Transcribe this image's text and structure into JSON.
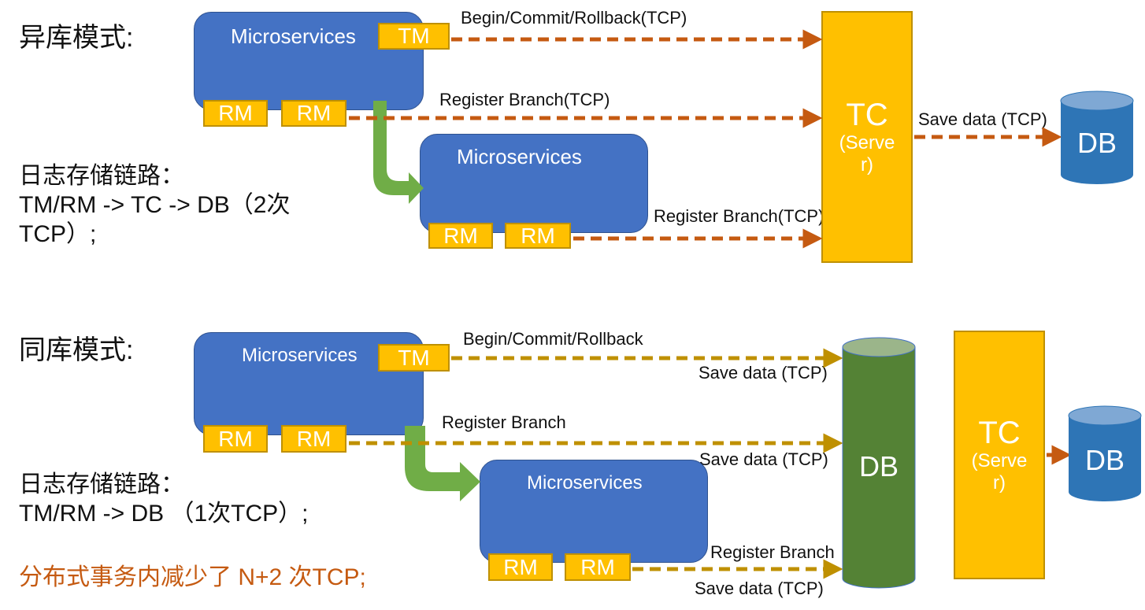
{
  "colors": {
    "microservice_fill": "#4472c4",
    "tag_fill": "#ffc000",
    "tag_border": "#bf9000",
    "arrow_orange": "#c55a11",
    "arrow_gold": "#bf9000",
    "green_arrow": "#70ad47",
    "db_blue": "#2e75b6",
    "db_green": "#548235",
    "highlight_text": "#c55a11"
  },
  "top": {
    "heading": "异库模式:",
    "note_line1": "日志存储链路：",
    "note_line2": "TM/RM -> TC -> DB（2次",
    "note_line3": "TCP）;",
    "ms1": {
      "label": "Microservices",
      "tm": "TM",
      "rm1": "RM",
      "rm2": "RM"
    },
    "ms2": {
      "label": "Microservices",
      "rm1": "RM",
      "rm2": "RM"
    },
    "arrow_begin": "Begin/Commit/Rollback(TCP)",
    "arrow_register1": "Register Branch(TCP)",
    "arrow_register2": "Register Branch(TCP)",
    "tc": {
      "title": "TC",
      "sub1": "(Serve",
      "sub2": "r)"
    },
    "save_data": "Save data (TCP)",
    "db": "DB"
  },
  "bottom": {
    "heading": "同库模式:",
    "note_line1": "日志存储链路：",
    "note_line2": "TM/RM -> DB （1次TCP）;",
    "highlight": "分布式事务内减少了 N+2  次TCP;",
    "ms1": {
      "label": "Microservices",
      "tm": "TM",
      "rm1": "RM",
      "rm2": "RM"
    },
    "ms2": {
      "label": "Microservices",
      "rm1": "RM",
      "rm2": "RM"
    },
    "arrow_begin": "Begin/Commit/Rollback",
    "arrow_begin_save": "Save data (TCP)",
    "arrow_register1": "Register Branch",
    "arrow_register1_save": "Save data (TCP)",
    "arrow_register2": "Register Branch",
    "arrow_register2_save": "Save data (TCP)",
    "db_main": "DB",
    "tc": {
      "title": "TC",
      "sub1": "(Serve",
      "sub2": "r)"
    },
    "db": "DB"
  }
}
